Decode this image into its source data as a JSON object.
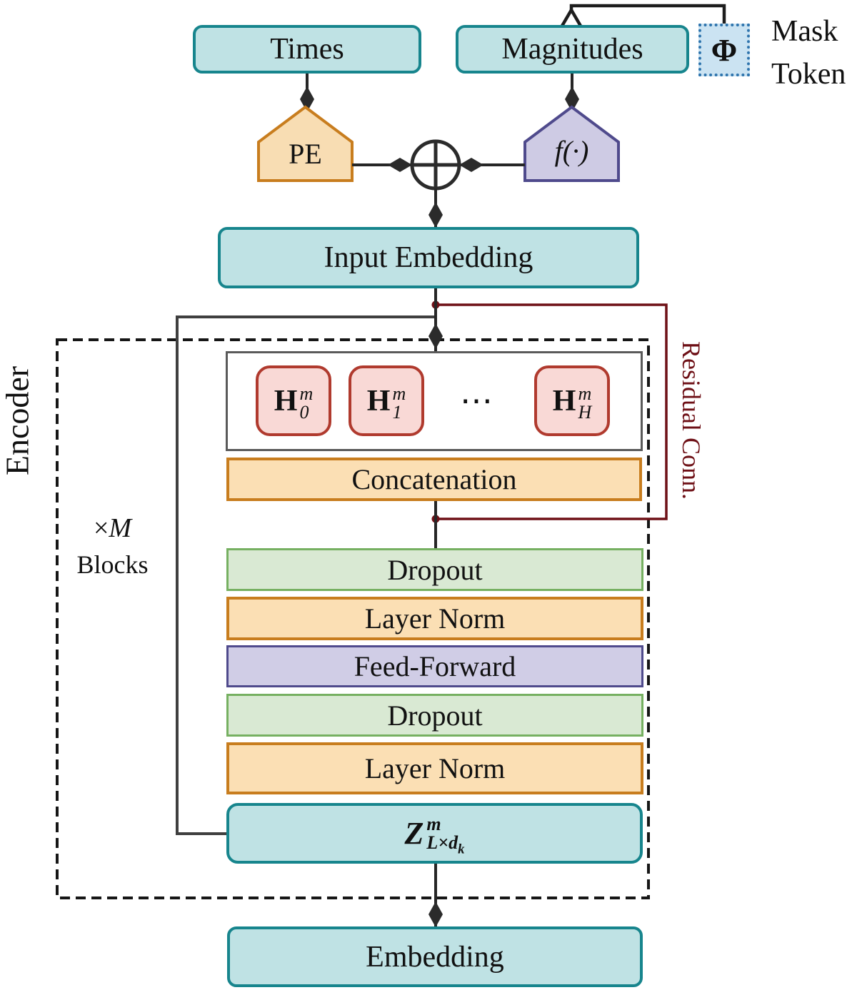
{
  "top": {
    "times_label": "Times",
    "magnitudes_label": "Magnitudes",
    "mask_token_symbol": "Φ",
    "mask_token_caption_line1": "Mask",
    "mask_token_caption_line2": "Token",
    "pe_label": "PE",
    "f_label": "f(·)"
  },
  "input_embedding_label": "Input Embedding",
  "encoder": {
    "label": "Encoder",
    "multiplier_sign": "×",
    "multiplier_var": "M",
    "blocks_label": "Blocks",
    "heads": [
      {
        "base": "H",
        "sup": "m",
        "sub": "0"
      },
      {
        "base": "H",
        "sup": "m",
        "sub": "1"
      },
      {
        "base": "H",
        "sup": "m",
        "sub": "H"
      }
    ],
    "heads_ellipsis": "⋯",
    "concatenation_label": "Concatenation",
    "stack": [
      "Dropout",
      "Layer Norm",
      "Feed-Forward",
      "Dropout",
      "Layer Norm"
    ],
    "z_output": {
      "base": "Z",
      "sup": "m",
      "sub": "L×d",
      "subsub": "k"
    },
    "residual_label": "Residual Conn."
  },
  "embedding_label": "Embedding",
  "colors": {
    "teal_fill": "#bfe2e4",
    "teal_border": "#17858d",
    "orange_fill": "#fbdfb4",
    "orange_border": "#c87d1e",
    "green_fill": "#d9e9d3",
    "green_border": "#76b061",
    "purple_fill": "#d0cde6",
    "purple_border": "#4f4a8c",
    "pink_fill": "#f9d9d6",
    "pink_border": "#b03a2e",
    "mask_fill": "#cbe3f2",
    "mask_border": "#2e74ad",
    "residual_line": "#6e1016",
    "connector_black": "#262626",
    "skip_gray": "#3f3f3f",
    "frame_gray": "#5a5a5a"
  }
}
